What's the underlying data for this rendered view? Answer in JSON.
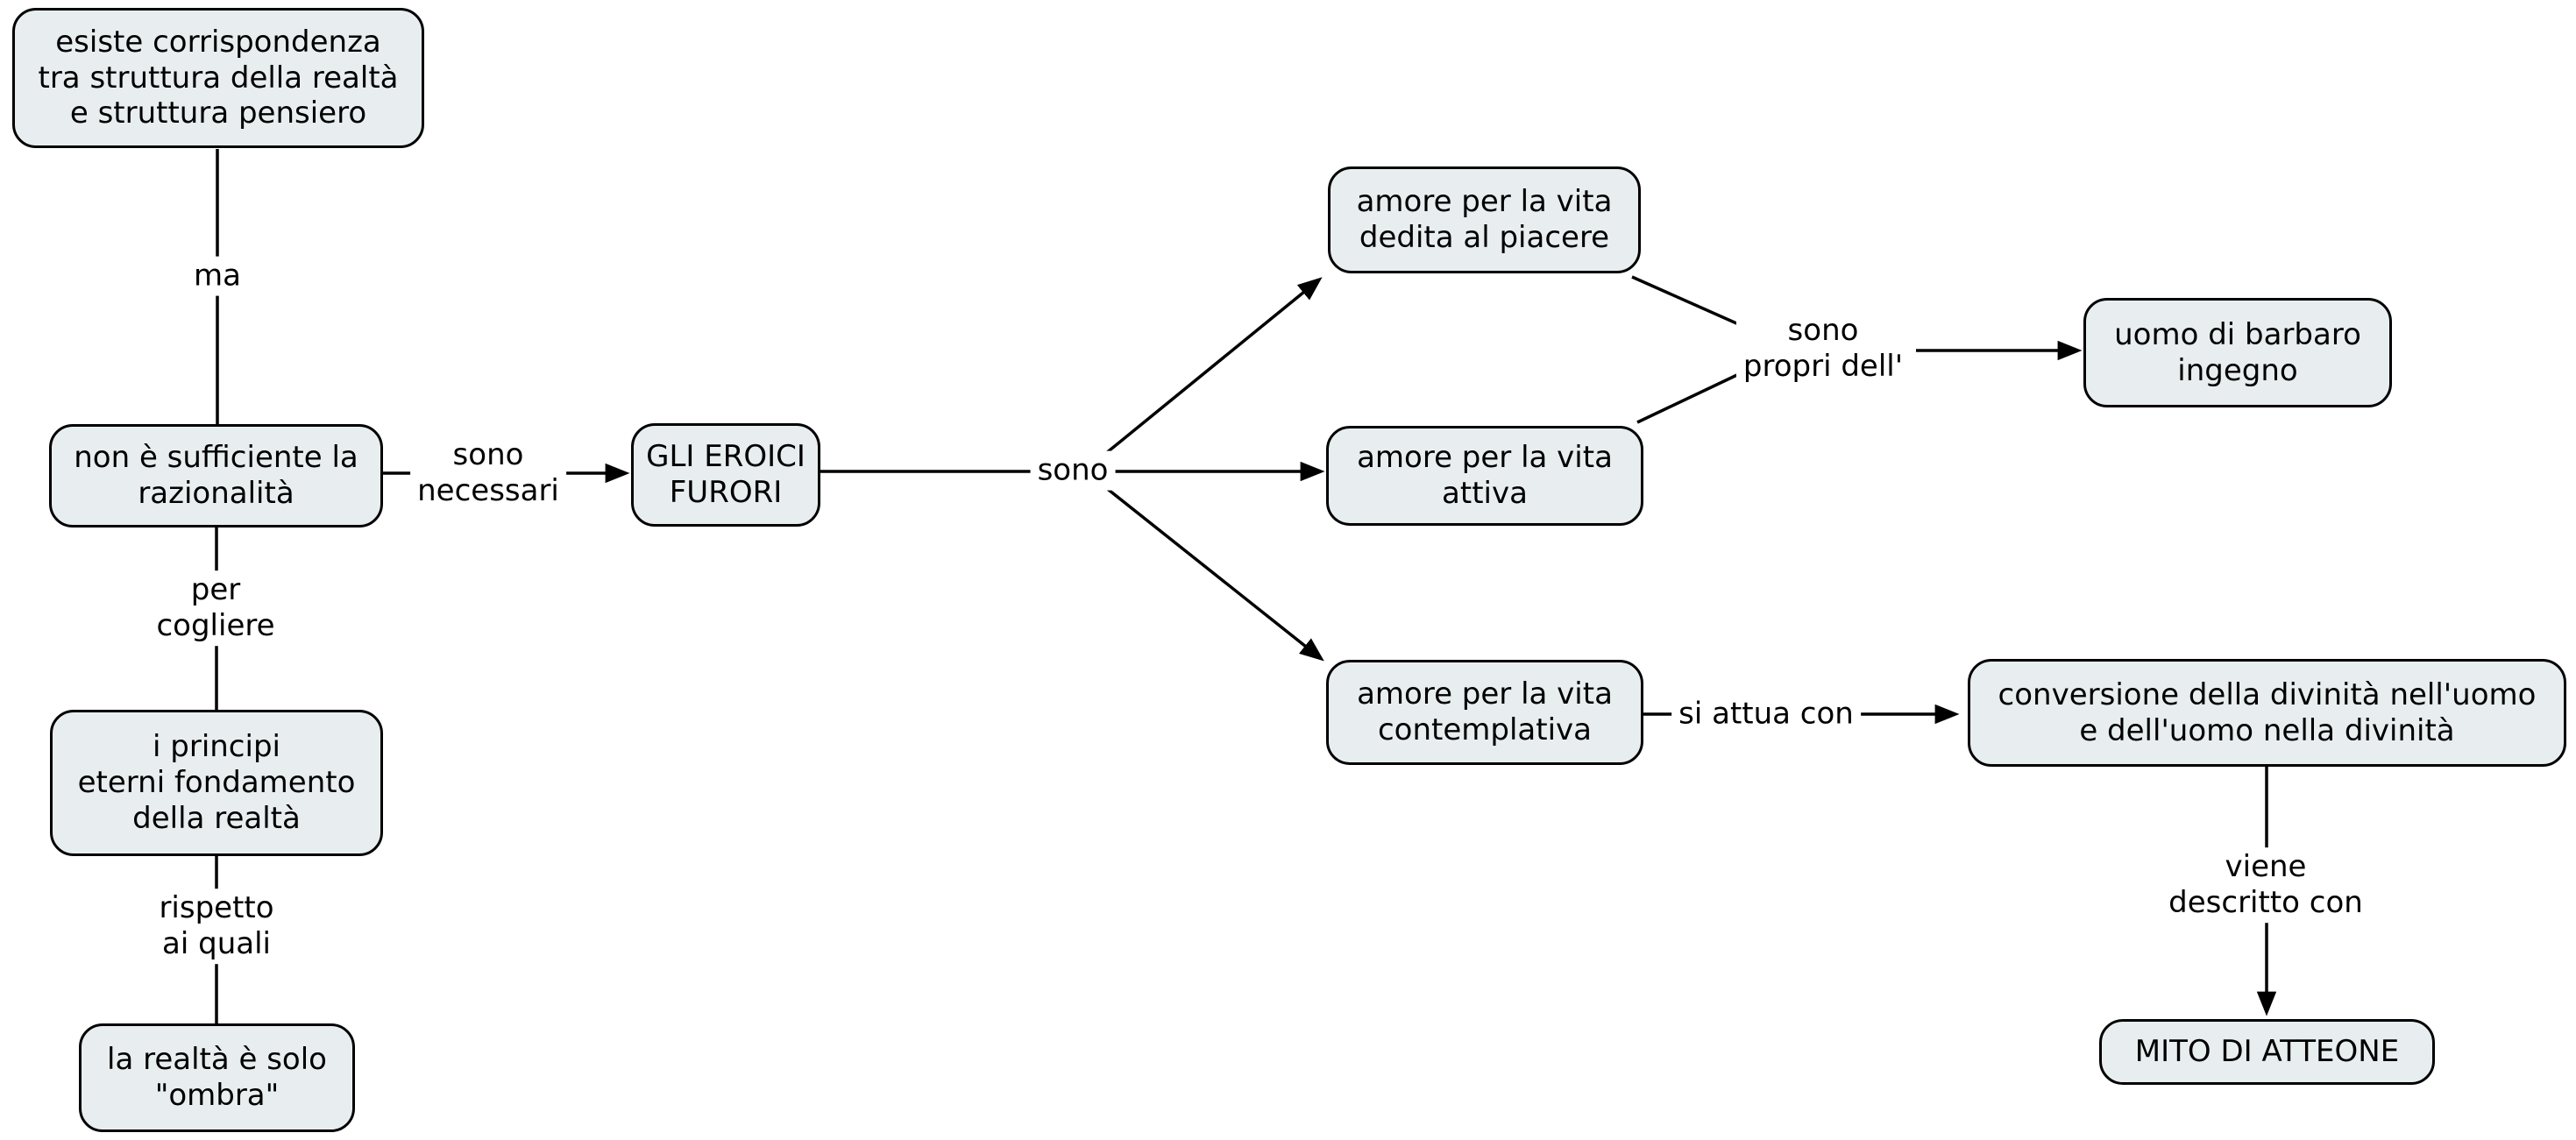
{
  "diagram": {
    "colors": {
      "background": "#ffffff",
      "node_fill": "#e8eef0",
      "node_border": "#000000",
      "line": "#000000"
    },
    "nodes": {
      "corrispondenza": {
        "text": "esiste corrispondenza\ntra struttura della realtà\ne struttura pensiero"
      },
      "razionalita": {
        "text": "non è sufficiente la\nrazionalità"
      },
      "eroici_furori": {
        "text": "GLI EROICI\nFURORI"
      },
      "amore_piacere": {
        "text": "amore per la vita\ndedita al piacere"
      },
      "amore_attiva": {
        "text": "amore per la vita\nattiva"
      },
      "amore_contemplativa": {
        "text": "amore per la vita\ncontemplativa"
      },
      "uomo_barbaro": {
        "text": "uomo di barbaro\ningegno"
      },
      "conversione": {
        "text": "conversione della divinità nell'uomo\ne dell'uomo nella divinità"
      },
      "mito_atteone": {
        "text": "MITO DI ATTEONE"
      },
      "principi_eterni": {
        "text": "i principi\neterni fondamento\ndella realtà"
      },
      "realta_ombra": {
        "text": "la realtà è solo\n\"ombra\""
      }
    },
    "edge_labels": {
      "ma": "ma",
      "sono_necessari": "sono\nnecessari",
      "sono": "sono",
      "sono_propri_dell": "sono\npropri dell'",
      "si_attua_con": "si attua con",
      "viene_descritto_con": "viene\ndescritto con",
      "per_cogliere": "per\ncogliere",
      "rispetto_ai_quali": "rispetto\nai quali"
    }
  }
}
